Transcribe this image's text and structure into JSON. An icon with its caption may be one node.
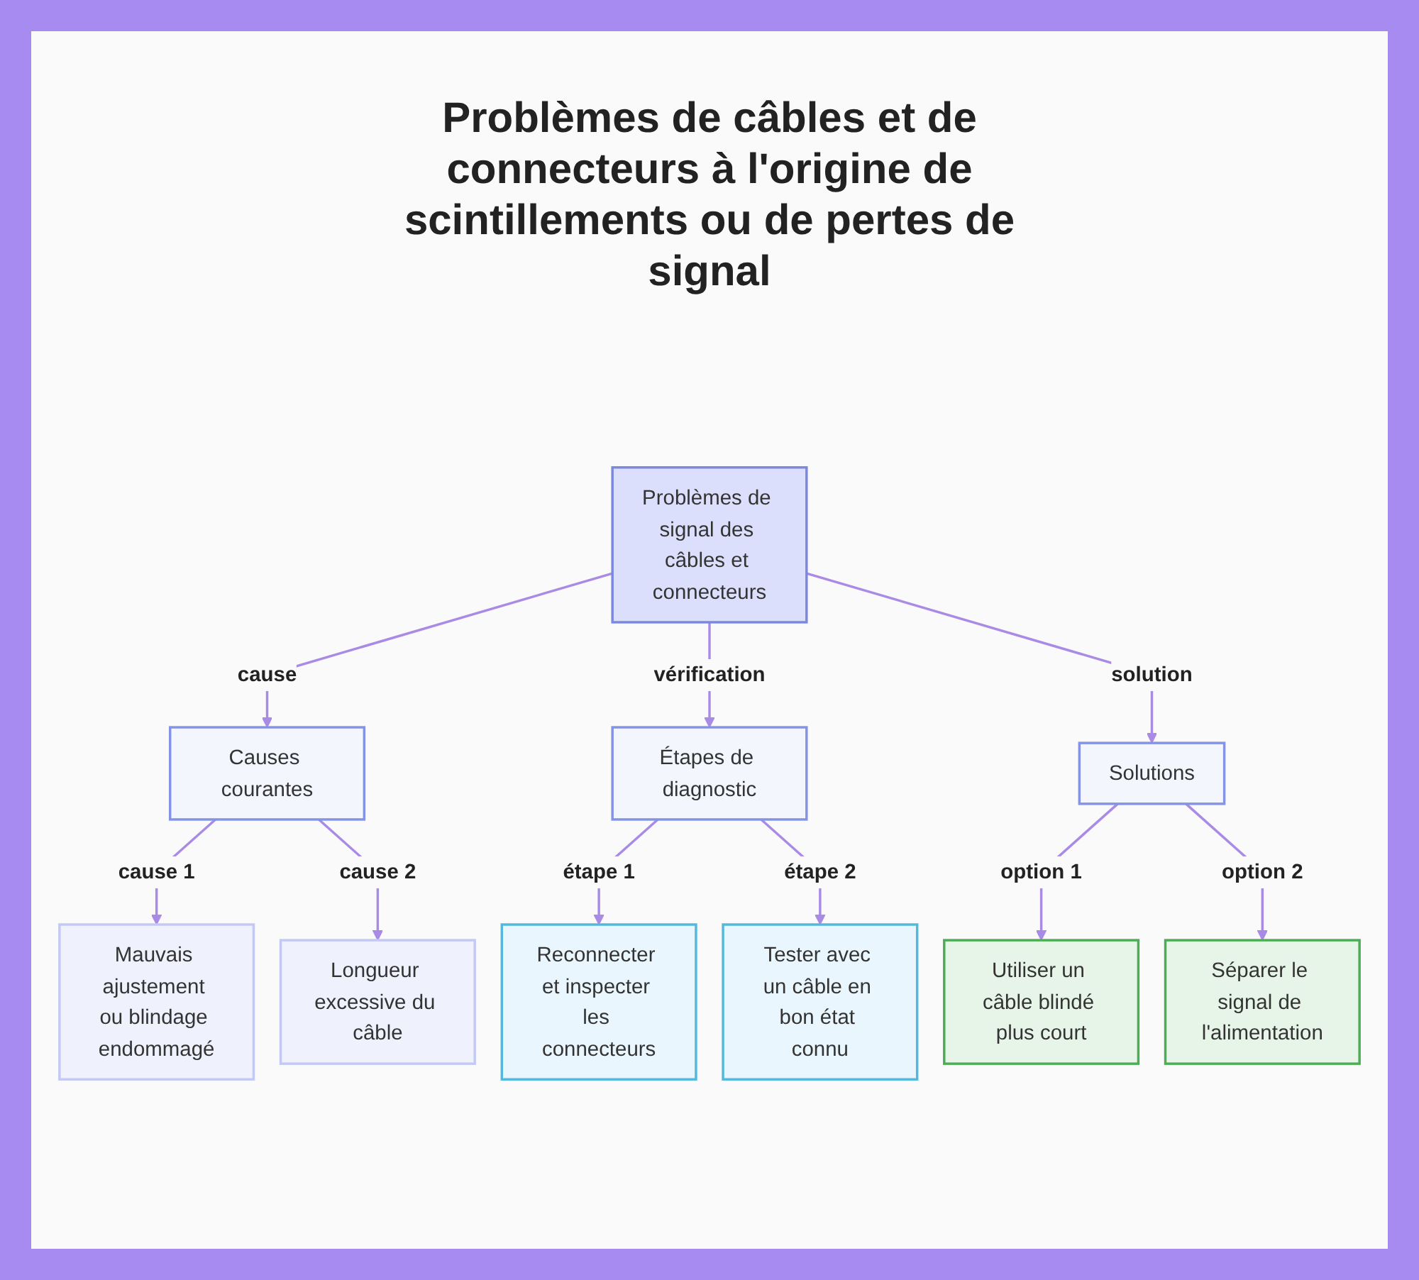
{
  "diagram": {
    "title": "Problèmes de câbles et de connecteurs à l'origine de scintillements ou de pertes de signal",
    "nodes": [
      {
        "text": [
          "Problèmes de signal des câbles et connecteurs"
        ]
      },
      {
        "text": [
          "Causes courantes"
        ]
      },
      {
        "text": [
          "Étapes de diagnostic"
        ]
      },
      {
        "text": [
          "Solutions"
        ]
      },
      {
        "text": [
          "Mauvais ajustement ou blindage endommagé"
        ]
      },
      {
        "text": [
          "Longueur excessive du câble"
        ]
      },
      {
        "text": [
          "Reconnecter et inspecter les connecteurs"
        ]
      },
      {
        "text": [
          "Tester avec un câble en bon état connu"
        ]
      },
      {
        "text": [
          "Utiliser un câble blindé plus court"
        ]
      },
      {
        "text": [
          "Séparer le signal de l'alimentation"
        ]
      }
    ],
    "edges": [
      {
        "from": 0,
        "to": 1,
        "arrow": "to",
        "label": "cause"
      },
      {
        "from": 0,
        "to": 2,
        "arrow": "to",
        "label": "vérification"
      },
      {
        "from": 0,
        "to": 3,
        "arrow": "to",
        "label": "solution"
      },
      {
        "from": 1,
        "to": 4,
        "arrow": "to",
        "label": "cause 1"
      },
      {
        "from": 1,
        "to": 5,
        "arrow": "to",
        "label": "cause 2"
      },
      {
        "from": 2,
        "to": 6,
        "arrow": "to",
        "label": "étape 1"
      },
      {
        "from": 2,
        "to": 7,
        "arrow": "to",
        "label": "étape 2"
      },
      {
        "from": 3,
        "to": 8,
        "arrow": "to",
        "label": "option 1"
      },
      {
        "from": 3,
        "to": 9,
        "arrow": "to",
        "label": "option 2"
      }
    ]
  }
}
